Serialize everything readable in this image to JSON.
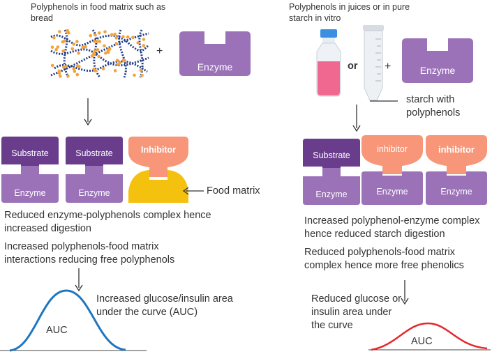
{
  "left": {
    "header": [
      "Polyphenols in food matrix such as",
      "bread"
    ],
    "plus": "+",
    "enzyme_top_label": "Enzyme",
    "substrate_label": "Substrate",
    "enzyme_label": "Enzyme",
    "inhibitor_label": "Inhibitor",
    "food_matrix_label": "Food matrix",
    "text1": [
      "Reduced enzyme-polyphenols complex hence",
      "increased digestion"
    ],
    "text2": [
      "Increased polyphenols-food matrix",
      "interactions reducing free polyphenols"
    ],
    "curve_text": [
      "Increased glucose/insulin area",
      "under the curve (AUC)"
    ],
    "auc_label": "AUC"
  },
  "right": {
    "header": [
      "Polyphenols in juices or in pure",
      "starch in vitro"
    ],
    "or_label": "or",
    "plus": "+",
    "enzyme_top_label": "Enzyme",
    "starch_text": [
      "starch with",
      "polyphenols"
    ],
    "substrate_label": "Substrate",
    "enzyme_label": "Enzyme",
    "inhibitor_label_1": "inhibitor",
    "inhibitor_label_2": "inhibitor",
    "text1": [
      "Increased polyphenol-enzyme complex",
      "hence reduced starch digestion"
    ],
    "text2": [
      "Reduced polyphenols-food matrix",
      "complex hence more free phenolics"
    ],
    "curve_text": [
      "Reduced glucose or",
      "insulin area under",
      "the curve"
    ],
    "auc_label": "AUC"
  },
  "colors": {
    "enzyme": "#9b72b8",
    "substrate": "#6a3d8c",
    "inhibitor": "#f79678",
    "food_matrix": "#f5c10f",
    "curve_left": "#1f77c0",
    "curve_right": "#e8262b",
    "bread_strand": "#1f3c88",
    "bread_bead": "#f2a33a"
  }
}
